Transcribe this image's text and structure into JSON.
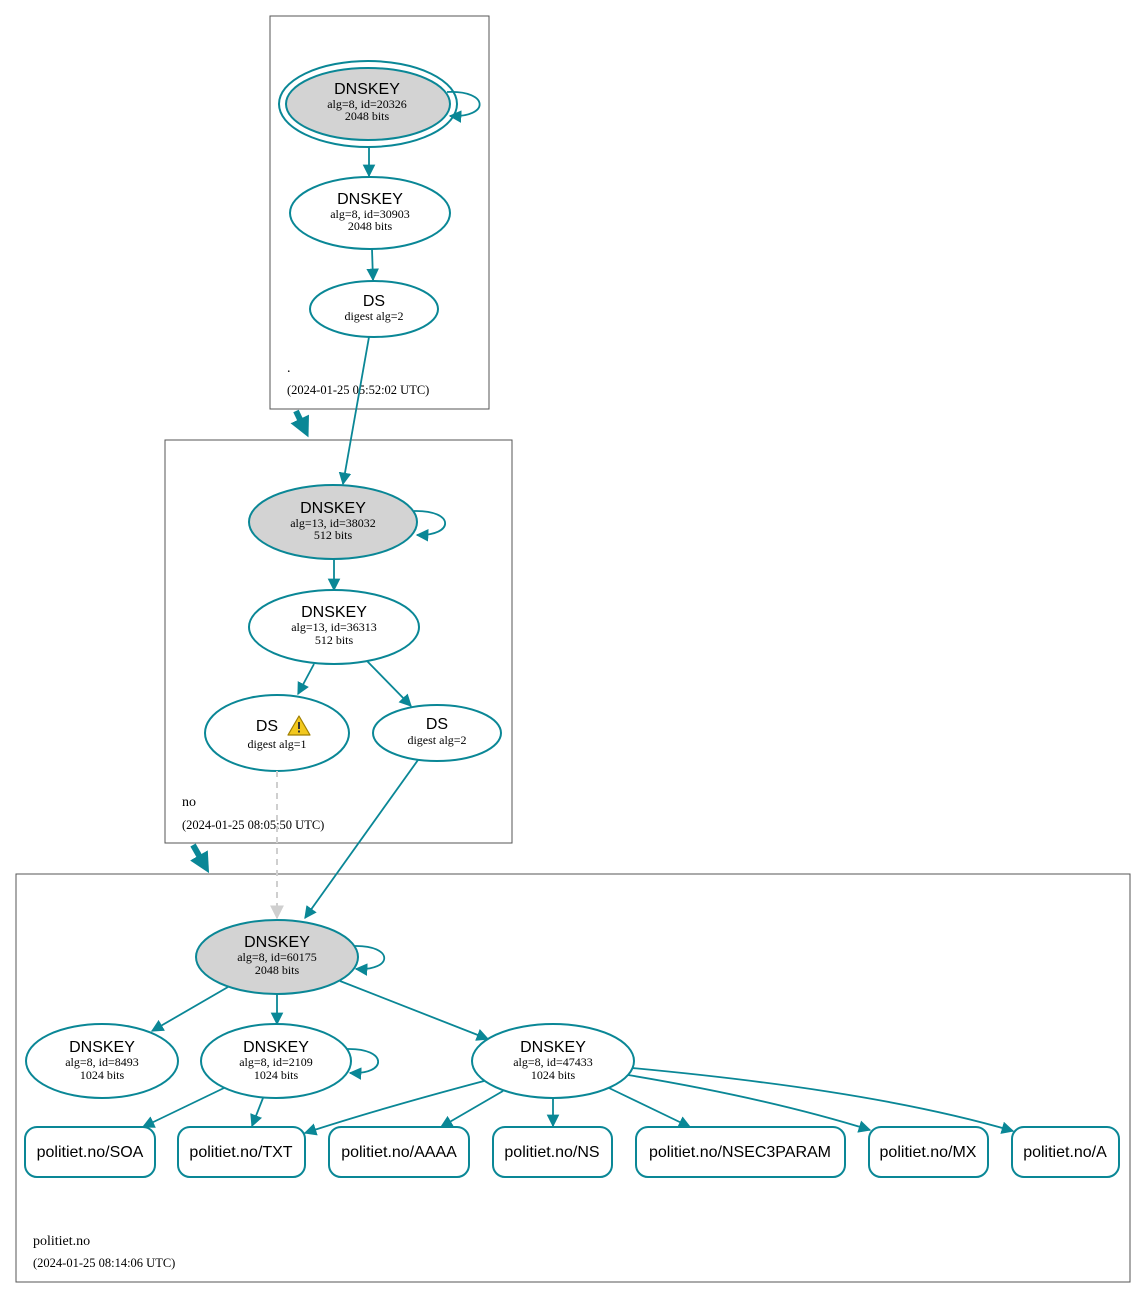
{
  "zones": {
    "root": {
      "name": ".",
      "timestamp": "(2024-01-25 05:52:02 UTC)",
      "ksk": {
        "type": "DNSKEY",
        "alg": "alg=8, id=20326",
        "bits": "2048 bits"
      },
      "zsk": {
        "type": "DNSKEY",
        "alg": "alg=8, id=30903",
        "bits": "2048 bits"
      },
      "ds": {
        "type": "DS",
        "digest": "digest alg=2"
      }
    },
    "no": {
      "name": "no",
      "timestamp": "(2024-01-25 08:05:50 UTC)",
      "ksk": {
        "type": "DNSKEY",
        "alg": "alg=13, id=38032",
        "bits": "512 bits"
      },
      "zsk": {
        "type": "DNSKEY",
        "alg": "alg=13, id=36313",
        "bits": "512 bits"
      },
      "ds1": {
        "type": "DS",
        "digest": "digest alg=1",
        "status": "warning"
      },
      "ds2": {
        "type": "DS",
        "digest": "digest alg=2"
      }
    },
    "politiet": {
      "name": "politiet.no",
      "timestamp": "(2024-01-25 08:14:06 UTC)",
      "ksk": {
        "type": "DNSKEY",
        "alg": "alg=8, id=60175",
        "bits": "2048 bits"
      },
      "key8493": {
        "type": "DNSKEY",
        "alg": "alg=8, id=8493",
        "bits": "1024 bits"
      },
      "key2109": {
        "type": "DNSKEY",
        "alg": "alg=8, id=2109",
        "bits": "1024 bits"
      },
      "key47433": {
        "type": "DNSKEY",
        "alg": "alg=8, id=47433",
        "bits": "1024 bits"
      },
      "rrsets": {
        "soa": "politiet.no/SOA",
        "txt": "politiet.no/TXT",
        "aaaa": "politiet.no/AAAA",
        "ns": "politiet.no/NS",
        "nsec3param": "politiet.no/NSEC3PARAM",
        "mx": "politiet.no/MX",
        "a": "politiet.no/A"
      }
    }
  },
  "colors": {
    "edge": "#0a8796",
    "trust_anchor_fill": "#d3d3d3",
    "insecure_edge": "#cfcfcf",
    "warning": "#f2c81e"
  },
  "icons": {
    "warning": "warning-icon"
  }
}
